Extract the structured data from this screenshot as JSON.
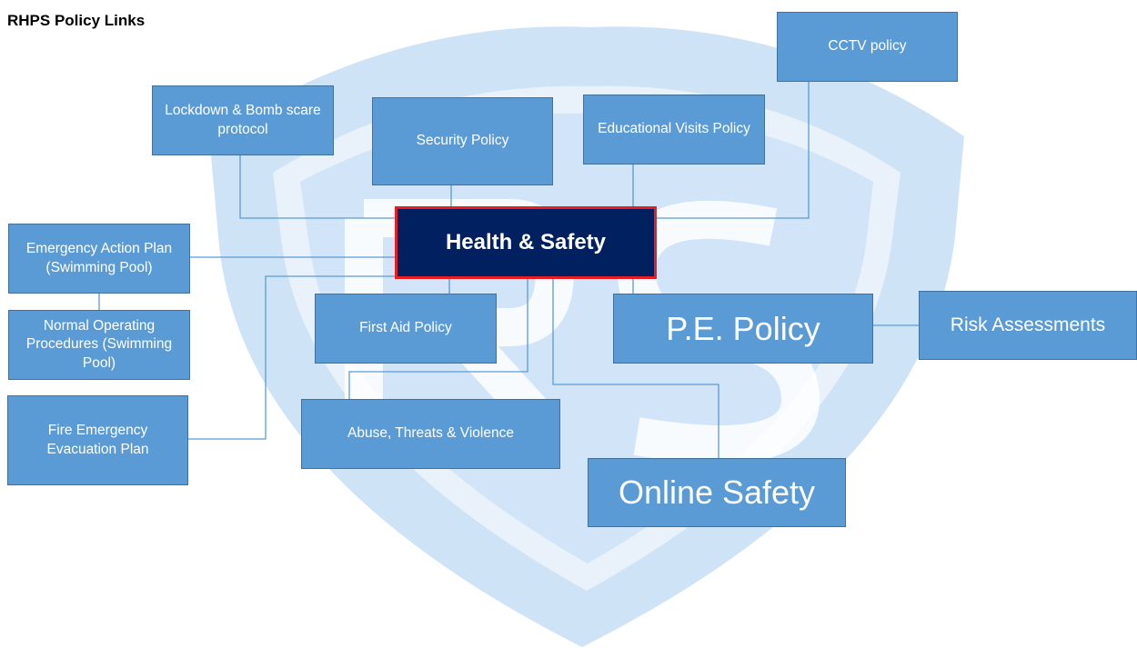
{
  "title": "RHPS Policy Links",
  "colors": {
    "node_fill": "#5b9bd5",
    "node_border": "#41719c",
    "hub_fill": "#002060",
    "hub_border": "#e81c23",
    "connector": "#5b9bd5",
    "watermark": "#cfe3f7"
  },
  "hub": {
    "label": "Health & Safety"
  },
  "nodes": {
    "cctv": {
      "label": "CCTV policy"
    },
    "lockdown": {
      "label": "Lockdown & Bomb scare protocol"
    },
    "security": {
      "label": "Security Policy"
    },
    "visits": {
      "label": "Educational Visits Policy"
    },
    "eap": {
      "label": "Emergency Action Plan (Swimming Pool)"
    },
    "nop": {
      "label": "Normal Operating Procedures (Swimming Pool)"
    },
    "firstaid": {
      "label": "First Aid Policy"
    },
    "pe": {
      "label": "P.E. Policy"
    },
    "risk": {
      "label": "Risk Assessments"
    },
    "fire": {
      "label": "Fire Emergency Evacuation Plan"
    },
    "abuse": {
      "label": "Abuse, Threats & Violence"
    },
    "online": {
      "label": "Online Safety"
    }
  }
}
